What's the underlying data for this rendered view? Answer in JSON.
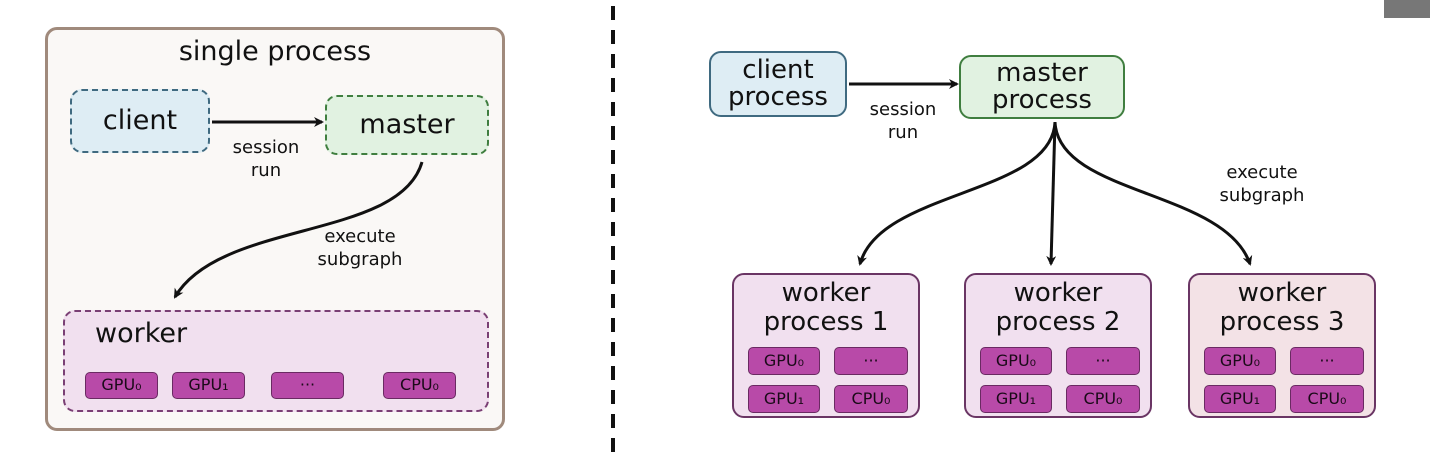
{
  "left": {
    "title": "single process",
    "client": "client",
    "master": "master",
    "session_run": [
      "session",
      "run"
    ],
    "execute_subgraph": [
      "execute",
      "subgraph"
    ],
    "worker": {
      "label": "worker",
      "devices": [
        "GPU₀",
        "GPU₁",
        "···",
        "CPU₀"
      ]
    }
  },
  "right": {
    "client": [
      "client",
      "process"
    ],
    "master": [
      "master",
      "process"
    ],
    "session_run": [
      "session",
      "run"
    ],
    "execute_subgraph": [
      "execute",
      "subgraph"
    ],
    "workers": [
      {
        "label": [
          "worker",
          "process 1"
        ],
        "devices": [
          "GPU₀",
          "···",
          "GPU₁",
          "CPU₀"
        ]
      },
      {
        "label": [
          "worker",
          "process 2"
        ],
        "devices": [
          "GPU₀",
          "···",
          "GPU₁",
          "CPU₀"
        ]
      },
      {
        "label": [
          "worker",
          "process 3"
        ],
        "devices": [
          "GPU₀",
          "···",
          "GPU₁",
          "CPU₀"
        ]
      }
    ]
  }
}
